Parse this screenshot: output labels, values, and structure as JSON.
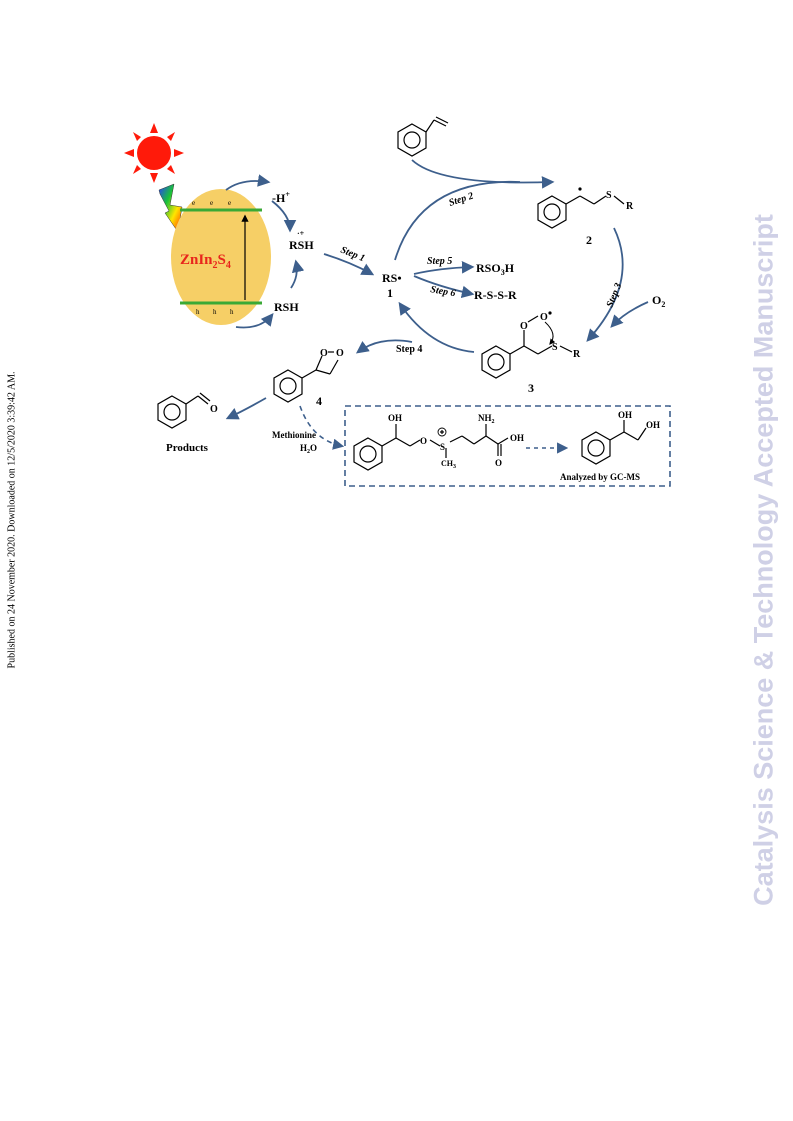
{
  "sidebar_journal": "Catalysis Science & Technology Accepted Manuscript",
  "published_note": "Published on 24 November 2020. Downloaded on 12/5/2020 3:39:42 AM.",
  "colors": {
    "arrow": "#3d5f8c",
    "semiconductor": "#f6cf66",
    "band": "#3aa935",
    "catalyst_label": "#e8261c",
    "sun": "#ff1a0a",
    "sidebar": "#cfd0e6"
  },
  "icons": [
    "sun-icon",
    "lightning-icon"
  ],
  "catalyst": {
    "name": "ZnIn",
    "sub1": "2",
    "s": "S",
    "sub2": "4",
    "electron": "e",
    "hole": "h"
  },
  "labels": {
    "minus_h_pre": "-H",
    "minus_h_sup": "+",
    "rsh_radical": "RSH",
    "rsh_radical_sup": "·+",
    "rsh": "RSH",
    "rs_radical": "RS•",
    "rs_index": "1",
    "rso3h_pre": "RSO",
    "rso3h_sub": "3",
    "rso3h_post": "H",
    "disulfide": "R-S-S-R",
    "o2_pre": "O",
    "o2_sub": "2",
    "int2": "2",
    "int3": "3",
    "int4": "4",
    "products": "Products",
    "methionine": "Methionine",
    "h2o_pre": "H",
    "h2o_sub": "2",
    "h2o_post": "O",
    "analyzed": "Analyzed  by GC-MS",
    "S": "S",
    "R": "R",
    "O": "O",
    "OH": "OH",
    "NH2_pre": "NH",
    "NH2_sub": "2",
    "CH3_pre": "CH",
    "CH3_sub": "3"
  },
  "steps": [
    "Step 1",
    "Step 2",
    "Step 3",
    "Step 4",
    "Step 5",
    "Step 6"
  ]
}
